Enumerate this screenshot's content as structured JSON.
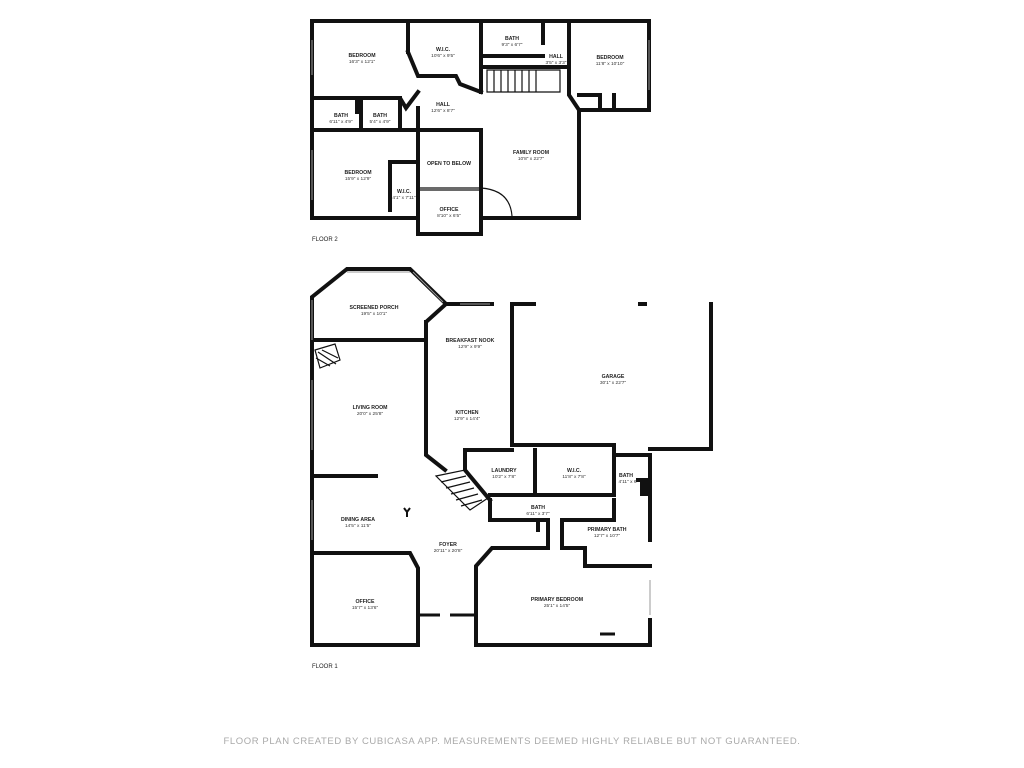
{
  "floors": [
    {
      "label": "FLOOR 2",
      "rooms": [
        {
          "id": "f2-bedroom-1",
          "name": "BEDROOM",
          "dim": "16'3\" x 12'1\""
        },
        {
          "id": "f2-wic-1",
          "name": "W.I.C.",
          "dim": "10'6\" x 9'5\""
        },
        {
          "id": "f2-bath-1",
          "name": "BATH",
          "dim": "9'3\" x 6'7\""
        },
        {
          "id": "f2-hall-small",
          "name": "HALL",
          "dim": "3'5\" x 3'3\""
        },
        {
          "id": "f2-bedroom-2",
          "name": "BEDROOM",
          "dim": "11'8\" x 10'10\""
        },
        {
          "id": "f2-hall",
          "name": "HALL",
          "dim": "12'6\" x 8'7\""
        },
        {
          "id": "f2-bath-2",
          "name": "BATH",
          "dim": "6'11\" x 4'9\""
        },
        {
          "id": "f2-bath-3",
          "name": "BATH",
          "dim": "5'4\" x 4'9\""
        },
        {
          "id": "f2-family-room",
          "name": "FAMILY ROOM",
          "dim": "10'8\" x 22'7\""
        },
        {
          "id": "f2-open-to-below",
          "name": "OPEN TO BELOW",
          "dim": ""
        },
        {
          "id": "f2-bedroom-3",
          "name": "BEDROOM",
          "dim": "15'9\" x 12'9\""
        },
        {
          "id": "f2-wic-2",
          "name": "W.I.C.",
          "dim": "4'1\" x 7'11\""
        },
        {
          "id": "f2-office",
          "name": "OFFICE",
          "dim": "8'10\" x 6'5\""
        }
      ]
    },
    {
      "label": "FLOOR 1",
      "rooms": [
        {
          "id": "f1-screened-porch",
          "name": "SCREENED PORCH",
          "dim": "19'5\" x 10'1\""
        },
        {
          "id": "f1-breakfast-nook",
          "name": "BREAKFAST NOOK",
          "dim": "12'9\" x 9'9\""
        },
        {
          "id": "f1-garage",
          "name": "GARAGE",
          "dim": "30'1\" x 22'7\""
        },
        {
          "id": "f1-living-room",
          "name": "LIVING ROOM",
          "dim": "20'0\" x 25'8\""
        },
        {
          "id": "f1-kitchen",
          "name": "KITCHEN",
          "dim": "12'9\" x 14'4\""
        },
        {
          "id": "f1-laundry",
          "name": "LAUNDRY",
          "dim": "10'2\" x 7'8\""
        },
        {
          "id": "f1-wic",
          "name": "W.I.C.",
          "dim": "11'8\" x 7'8\""
        },
        {
          "id": "f1-bath-1",
          "name": "BATH",
          "dim": "4'11\" x 6'"
        },
        {
          "id": "f1-bath-2",
          "name": "BATH",
          "dim": "6'11\" x 3'7\""
        },
        {
          "id": "f1-primary-bath",
          "name": "PRIMARY BATH",
          "dim": "12'7\" x 10'7\""
        },
        {
          "id": "f1-dining-area",
          "name": "DINING AREA",
          "dim": "14'5\" x 11'5\""
        },
        {
          "id": "f1-foyer",
          "name": "FOYER",
          "dim": "20'11\" x 20'8\""
        },
        {
          "id": "f1-primary-bedroom",
          "name": "PRIMARY BEDROOM",
          "dim": "25'1\" x 14'5\""
        },
        {
          "id": "f1-office",
          "name": "OFFICE",
          "dim": "15'7\" x 13'6\""
        }
      ]
    }
  ],
  "footer": "FLOOR PLAN CREATED BY CUBICASA APP. MEASUREMENTS DEEMED HIGHLY RELIABLE BUT NOT GUARANTEED."
}
